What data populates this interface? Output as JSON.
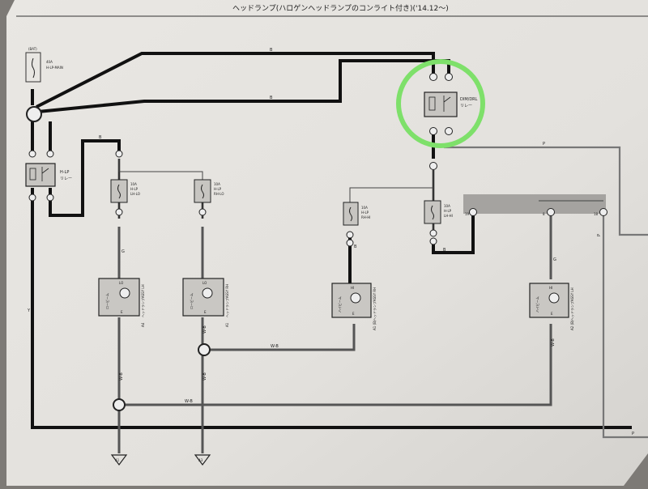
{
  "title": "ヘッドランプ(ハロゲンヘッドランプのコンライト付き)('14.12～)",
  "battery": {
    "label": "(BAT)"
  },
  "fuse_main": {
    "rating": "40A",
    "name": "H-LP-MAIN"
  },
  "hlp_relay": {
    "name": "H-LP",
    "sub": "リレー"
  },
  "dim_relay": {
    "name": "DIM/DRL",
    "sub": "リレー"
  },
  "fuses": [
    {
      "rating": "10A",
      "name": "H-LP",
      "name2": "LH-LO"
    },
    {
      "rating": "10A",
      "name": "H-LP",
      "name2": "RH-LO"
    },
    {
      "rating": "10A",
      "name": "H-LP",
      "name2": "RH-HI"
    },
    {
      "rating": "10A",
      "name": "H-LP",
      "name2": "LH-HI"
    }
  ],
  "lamps": [
    {
      "id": "A4",
      "name": "ヘッドランプASSY LH",
      "beam": "ロービーム",
      "pin_top": "LO",
      "pin_bot": "E"
    },
    {
      "id": "A1",
      "name": "ヘッドランプASSY RH",
      "beam": "ロービーム",
      "pin_top": "LO",
      "pin_bot": "E"
    },
    {
      "id": "A1 (B)",
      "name": "ヘッドランプASSY RH",
      "beam": "ハイビーム",
      "pin_top": "HI",
      "pin_bot": "E"
    },
    {
      "id": "A2 (B)",
      "name": "ヘッドランプASSY LH",
      "beam": "ハイビーム",
      "pin_top": "HI",
      "pin_bot": "E"
    }
  ],
  "wire_colors": [
    "B",
    "B",
    "B",
    "B",
    "B",
    "G",
    "G",
    "W-B",
    "W-B",
    "W-B",
    "W-B",
    "W-B",
    "W-B",
    "Y",
    "P",
    "P",
    "P"
  ],
  "grounds": [
    "A1",
    "A3"
  ],
  "connector_pins": [
    "19",
    "8",
    "18"
  ],
  "highlight_color": "#7ee06a"
}
